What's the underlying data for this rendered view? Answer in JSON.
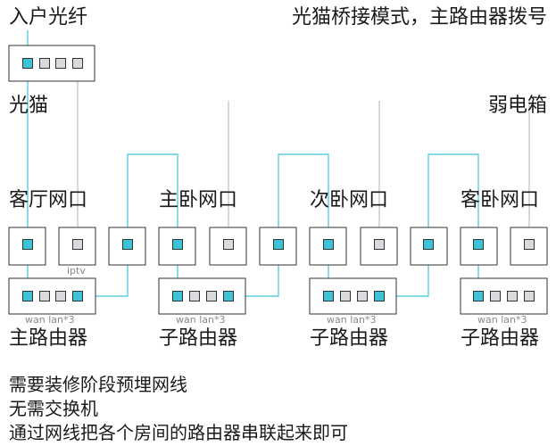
{
  "labels": {
    "fiber_in": "入户光纤",
    "mode_title": "光猫桥接模式，主路由器拨号",
    "modem": "光猫",
    "weak_box": "弱电箱",
    "room_living_left": "客厅网口",
    "room_master": "主卧网口",
    "room_second": "次卧网口",
    "room_living_right": "客卧网口",
    "iptv": "iptv",
    "wan_lan_1": "wan lan*3",
    "wan_lan_2": "wan lan*3",
    "wan_lan_3": "wan lan*3",
    "wan_lan_4": "wan lan*3",
    "router_main": "主路由器",
    "router_sub_1": "子路由器",
    "router_sub_2": "子路由器",
    "router_sub_3": "子路由器"
  },
  "notes": {
    "line1": "需要装修阶段预埋网线",
    "line2": "无需交换机",
    "line3": "通过网线把各个房间的路由器串联起来即可"
  },
  "colors": {
    "cable_active": "#3cc3d8",
    "cable_inactive": "#bdbdbd",
    "port_active": "#3cc3d8",
    "port_inactive": "#d9d9de",
    "box_border": "#333333"
  }
}
